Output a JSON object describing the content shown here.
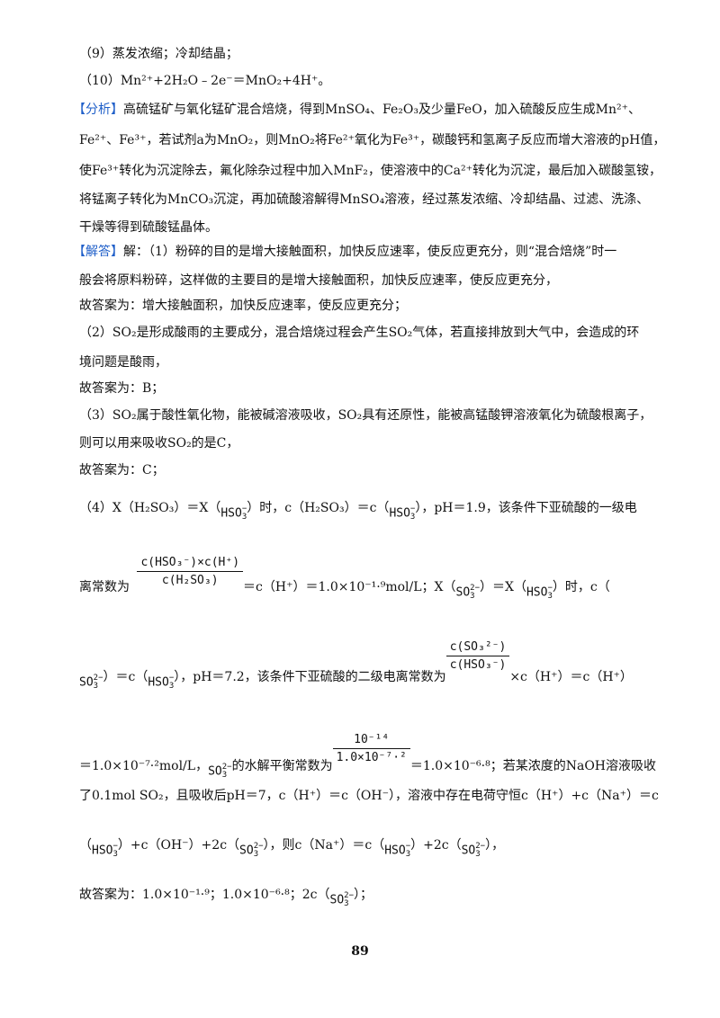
{
  "lines": {
    "l1": "（9）蒸发浓缩；冷却结晶；",
    "l2": "（10）Mn²⁺+2H₂O﹣2e⁻＝MnO₂+4H⁺。",
    "fenxi_tag": "【分析】",
    "l3": "高硫锰矿与氧化锰矿混合焙烧，得到MnSO₄、Fe₂O₃及少量FeO，加入硫酸反应生成Mn²⁺、",
    "l4": "Fe²⁺、Fe³⁺，若试剂a为MnO₂，则MnO₂将Fe²⁺氧化为Fe³⁺，碳酸钙和氢离子反应而增大溶液的pH值，",
    "l5": "使Fe³⁺转化为沉淀除去，氟化除杂过程中加入MnF₂，使溶液中的Ca²⁺转化为沉淀，最后加入碳酸氢铵，",
    "l6": "将锰离子转化为MnCO₃沉淀，再加硫酸溶解得MnSO₄溶液，经过蒸发浓缩、冷却结晶、过滤、洗涤、",
    "l7": "干燥等得到硫酸锰晶体。",
    "jieda_tag": "【解答】",
    "l8": "解：（1）粉碎的目的是增大接触面积，加快反应速率，使反应更充分，则“混合焙烧”时一",
    "l9": "般会将原料粉碎，这样做的主要目的是增大接触面积，加快反应速率，使反应更充分，",
    "l10": "故答案为：增大接触面积，加快反应速率，使反应更充分；",
    "l11": "（2）SO₂是形成酸雨的主要成分，混合焙烧过程会产生SO₂气体，若直接排放到大气中，会造成的环",
    "l12": "境问题是酸雨，",
    "l13": "故答案为：B；",
    "l14": "（3）SO₂属于酸性氧化物，能被碱溶液吸收，SO₂具有还原性，能被高锰酸钾溶液氧化为硫酸根离子，",
    "l15": "则可以用来吸收SO₂的是C，",
    "l16": "故答案为：C；",
    "l17a": "（4）X（H₂SO₃）＝X（",
    "l17b": "）时，c（H₂SO₃）＝c（",
    "l17c": "），pH＝1.9，该条件下亚硫酸的一级电",
    "l18a": "离常数为",
    "l18b": "＝c（H⁺）＝1.0×10⁻¹·⁹mol/L；X（",
    "l18c": "）＝X（",
    "l18d": "）时，c（",
    "l19a": "）＝c（",
    "l19b": "），pH＝7.2，该条件下亚硫酸的二级电离常数为",
    "l19c": "×c（H⁺）＝c（H⁺）",
    "l20a": "＝1.0×10⁻⁷·²mol/L，",
    "l20b": "的水解平衡常数为",
    "l20c": "＝1.0×10⁻⁶·⁸；若某浓度的NaOH溶液吸收",
    "l21": "了0.1mol SO₂，且吸收后pH＝7，c（H⁺）＝c（OH⁻），溶液中存在电荷守恒c（H⁺）+c（Na⁺）＝c",
    "l22a": "（",
    "l22b": "）+c（OH⁻）+2c（",
    "l22c": "），则c（Na⁺）＝c（",
    "l22d": "）+2c（",
    "l22e": "），",
    "l23a": "故答案为：1.0×10⁻¹·⁹；1.0×10⁻⁶·⁸；2c（",
    "l23b": "）；"
  },
  "ions": {
    "hso3_base": "HSO",
    "hso3_sub": "3",
    "hso3_sup": "−",
    "so3_base": "SO",
    "so3_sub": "3",
    "so3_sup": "2−"
  },
  "fractions": {
    "ka1_num": "c(HSO₃⁻)×c(H⁺)",
    "ka1_den": "c(H₂SO₃)",
    "ka2_num": "c(SO₃²⁻)",
    "ka2_den": "c(HSO₃⁻)",
    "kh_num": "10⁻¹⁴",
    "kh_den": "1.0×10⁻⁷·²"
  },
  "page_number": "89",
  "colors": {
    "accent": "#1f5fc9",
    "text": "#111111"
  }
}
